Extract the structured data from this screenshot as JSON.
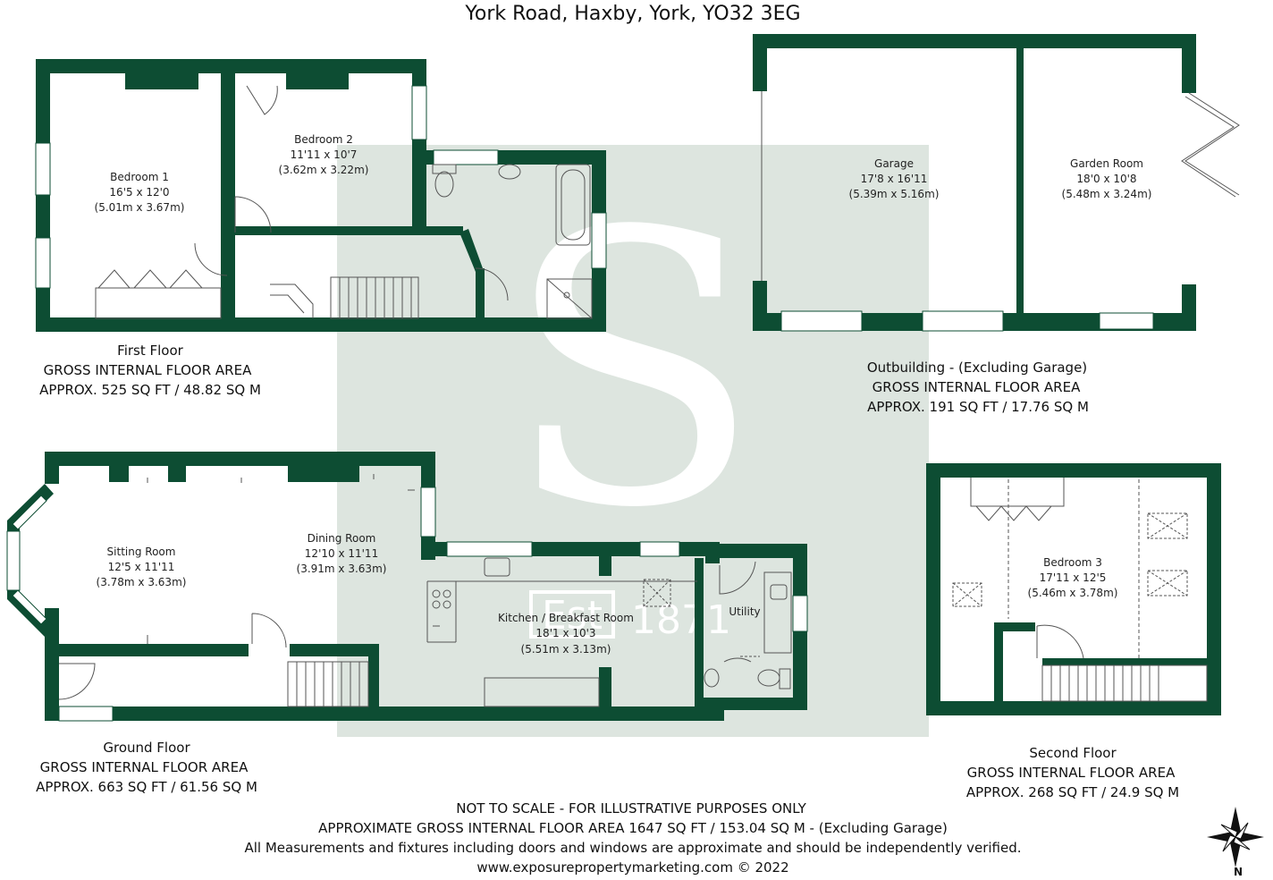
{
  "title": "York Road, Haxby, York, YO32 3EG",
  "colors": {
    "wall": "#0d4d33",
    "watermark": "#dde5df",
    "line": "#555555"
  },
  "watermark": {
    "letter": "S",
    "est": "Est",
    "year": "1871"
  },
  "first_floor": {
    "caption": [
      "First Floor",
      "GROSS INTERNAL FLOOR AREA",
      "APPROX. 525 SQ FT / 48.82 SQ M"
    ],
    "rooms": [
      {
        "name": "Bedroom 1",
        "imperial": "16'5 x 12'0",
        "metric": "(5.01m x 3.67m)"
      },
      {
        "name": "Bedroom 2",
        "imperial": "11'11 x 10'7",
        "metric": "(3.62m x 3.22m)"
      }
    ]
  },
  "outbuilding": {
    "caption": [
      "Outbuilding - (Excluding Garage)",
      "GROSS INTERNAL FLOOR AREA",
      "APPROX. 191 SQ FT / 17.76 SQ M"
    ],
    "rooms": [
      {
        "name": "Garage",
        "imperial": "17'8 x 16'11",
        "metric": "(5.39m x 5.16m)"
      },
      {
        "name": "Garden Room",
        "imperial": "18'0 x 10'8",
        "metric": "(5.48m x 3.24m)"
      }
    ]
  },
  "ground_floor": {
    "caption": [
      "Ground Floor",
      "GROSS INTERNAL FLOOR AREA",
      "APPROX. 663 SQ FT / 61.56 SQ M"
    ],
    "rooms": [
      {
        "name": "Sitting Room",
        "imperial": "12'5 x 11'11",
        "metric": "(3.78m x 3.63m)"
      },
      {
        "name": "Dining Room",
        "imperial": "12'10 x 11'11",
        "metric": "(3.91m x 3.63m)"
      },
      {
        "name": "Kitchen / Breakfast Room",
        "imperial": "18'1 x 10'3",
        "metric": "(5.51m x 3.13m)"
      },
      {
        "name": "Utility"
      }
    ]
  },
  "second_floor": {
    "caption": [
      "Second Floor",
      "GROSS INTERNAL FLOOR AREA",
      "APPROX. 268 SQ FT / 24.9 SQ M"
    ],
    "rooms": [
      {
        "name": "Bedroom 3",
        "imperial": "17'11 x 12'5",
        "metric": "(5.46m x 3.78m)"
      }
    ]
  },
  "footer": [
    "NOT TO SCALE - FOR ILLUSTRATIVE PURPOSES ONLY",
    "APPROXIMATE GROSS INTERNAL FLOOR AREA 1647 SQ FT / 153.04 SQ M - (Excluding Garage)",
    "All Measurements and fixtures including doors and windows are approximate and should be independently verified.",
    "www.exposurepropertymarketing.com © 2022"
  ],
  "compass": {
    "label": "N"
  }
}
